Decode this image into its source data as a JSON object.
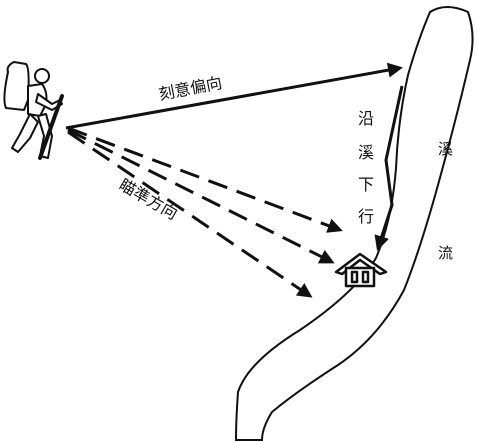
{
  "labels": {
    "deliberate_offset": "刻意偏向",
    "aim_direction": "瞄準方向",
    "follow_stream_down": [
      "沿",
      "溪",
      "下",
      "行"
    ],
    "stream": [
      "溪",
      "流"
    ]
  },
  "icons": {
    "hiker": "hiker-icon",
    "house": "house-icon"
  },
  "colors": {
    "ink": "#111111",
    "background": "#ffffff"
  }
}
